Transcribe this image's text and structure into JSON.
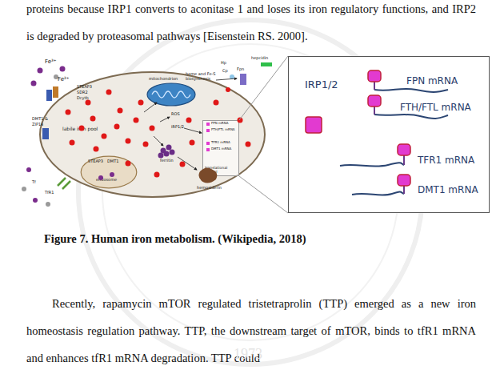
{
  "diagram": {
    "caption": "Figure 7. Human iron metabolism. (Wikipedia, 2018)",
    "nodes": [
      {
        "text": [
          "labile iron pool"
        ]
      },
      {
        "text": [
          "endosome"
        ],
        "in": 0
      },
      {
        "text": [
          "translational control"
        ],
        "in": 0
      },
      {
        "text": [
          "IRP1/2"
        ]
      }
    ],
    "edges": [
      {
        "from": 2,
        "to": 3,
        "arrow": "none"
      }
    ],
    "labels": [
      "proteins because IRP1 converts to aconitase 1 and loses its iron regulatory functions, and IRP2 is degraded by proteasomal pathways [Eisenstein RS. 2000].",
      "Fe³⁺",
      "Fe²⁺",
      "STEAP3",
      "SDR2",
      "Dcytb",
      "DMT1 &",
      "ZIP14",
      "heme and Fe-S biosynthesis",
      "mitochondrion",
      "ROS",
      "IRP1/2",
      "FPN mRNA",
      "FTH/FTL mRNA",
      "TFR1 mRNA",
      "DMT1 mRNA",
      "ferritin",
      "hemosiderin",
      "STEAP3",
      "DMT1",
      "TfR1",
      "Tf",
      "Hp",
      "Cp",
      "Fpn",
      "hepcidin",
      "FPN mRNA",
      "FTH/FTL mRNA",
      "TFR1 mRNA",
      "DMT1 mRNA",
      "Recently, rapamycin mTOR regulated tristetraprolin (TTP) emerged as a new iron homeostasis regulation pathway. TTP, the downstream target of mTOR, binds to tfR1 mRNA and enhances tfR1 mRNA degradation. TTP could",
      "1973"
    ]
  }
}
